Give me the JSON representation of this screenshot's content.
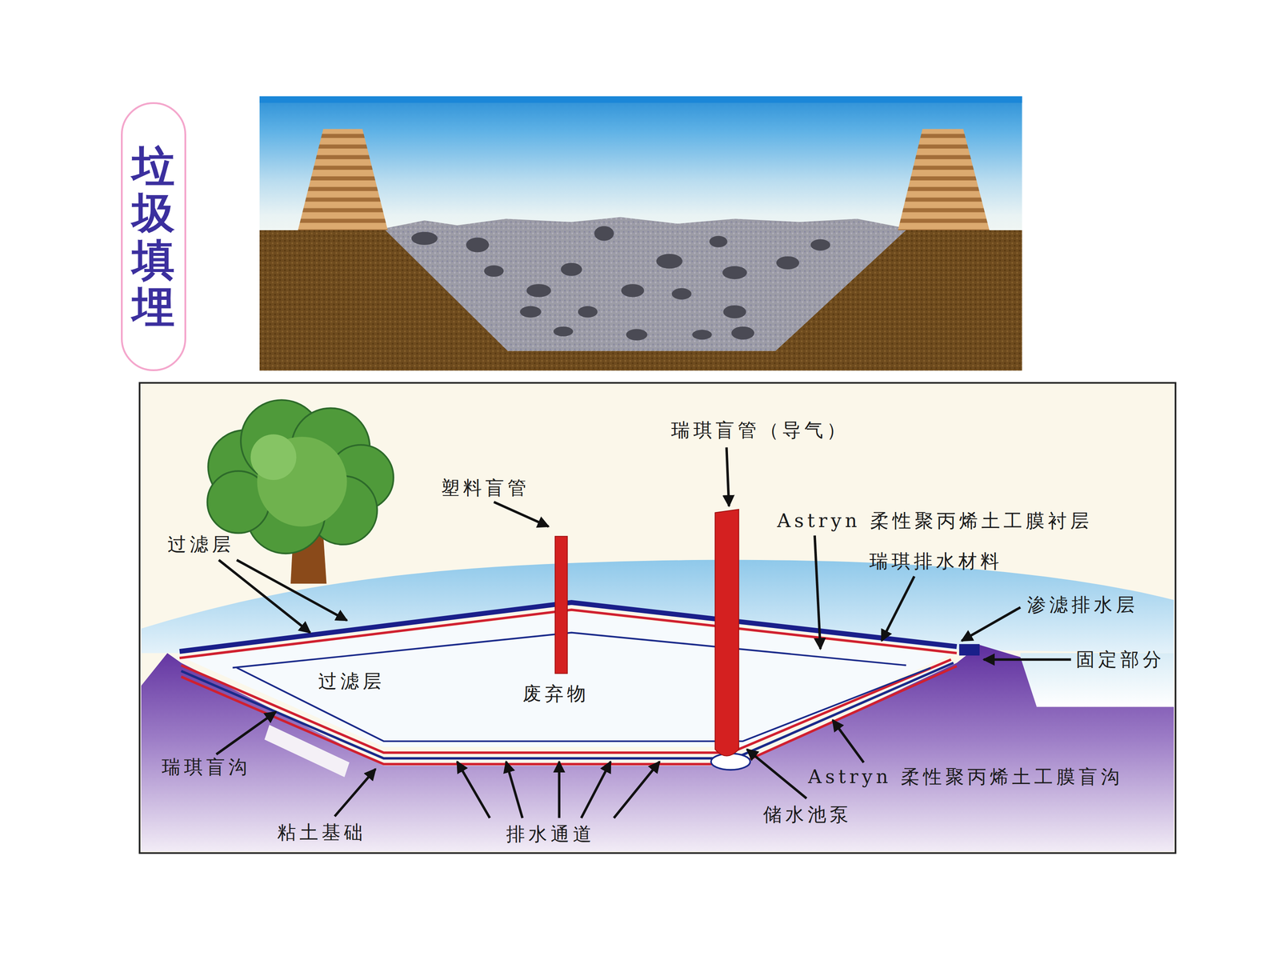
{
  "diagram": {
    "nodes": [
      {
        "text": [
          "垃圾填埋"
        ]
      }
    ],
    "labels": [
      "瑞琪盲管（导气）",
      "塑料盲管",
      "Astryn 柔性聚丙烯土工膜衬层",
      "过滤层",
      "瑞琪排水材料",
      "渗滤排水层",
      "固定部分",
      "过滤层",
      "废弃物",
      "瑞琪盲沟",
      "Astryn 柔性聚丙烯土工膜盲沟",
      "储水池泵",
      "粘土基础",
      "排水通道"
    ]
  }
}
